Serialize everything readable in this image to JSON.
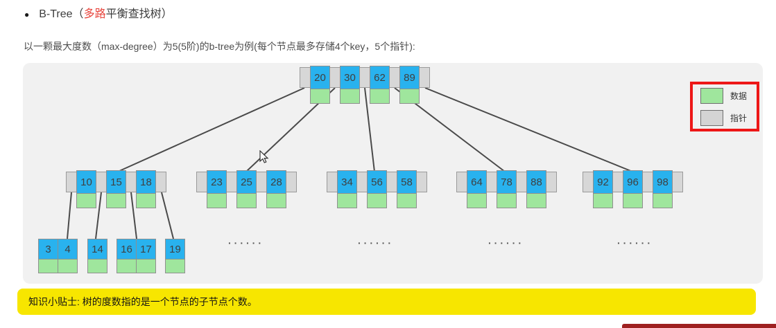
{
  "header": {
    "bullet": "●",
    "title_parts": {
      "prefix": "B-Tree（",
      "highlight": "多路",
      "suffix": "平衡查找树）"
    },
    "subtitle": "以一颗最大度数（max-degree）为5(5阶)的b-tree为例(每个节点最多存储4个key，5个指针):"
  },
  "diagram": {
    "root": {
      "keys": [
        "20",
        "30",
        "62",
        "89"
      ]
    },
    "internal_nodes": [
      {
        "keys": [
          "10",
          "15",
          "18"
        ]
      },
      {
        "keys": [
          "23",
          "25",
          "28"
        ]
      },
      {
        "keys": [
          "34",
          "56",
          "58"
        ]
      },
      {
        "keys": [
          "64",
          "78",
          "88"
        ]
      },
      {
        "keys": [
          "92",
          "96",
          "98"
        ]
      }
    ],
    "leaf_nodes": [
      {
        "keys": [
          "3",
          "4"
        ]
      },
      {
        "keys": [
          "14"
        ]
      },
      {
        "keys": [
          "16",
          "17"
        ]
      },
      {
        "keys": [
          "19"
        ]
      }
    ],
    "ellipsis": "······",
    "legend": [
      {
        "label": "数据",
        "swatch": "data"
      },
      {
        "label": "指针",
        "swatch": "pointer"
      }
    ]
  },
  "tip": {
    "text": "知识小贴士: 树的度数指的是一个节点的子节点个数。"
  },
  "colors": {
    "key_cell": "#29b2ee",
    "data_cell": "#9fe69d",
    "pointer_cell": "#d7d7d7",
    "cell_border": "#8f8f8f",
    "edge": "#4a4a4a",
    "panel_bg": "#f1f1f1",
    "legend_border": "#ed1717",
    "tip_bg": "#f7e600",
    "highlight_text": "#e8453c",
    "bottom_bar": "#9e2020"
  }
}
